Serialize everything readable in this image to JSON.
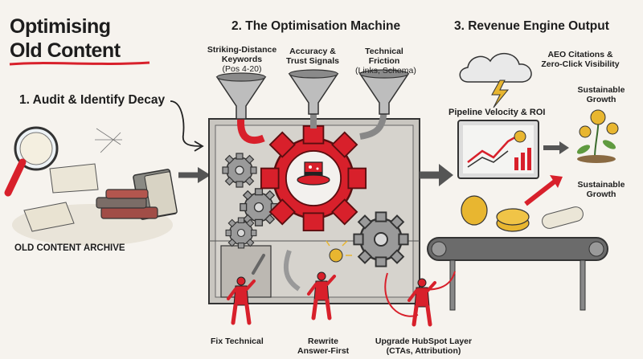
{
  "title": {
    "line1": "Optimising",
    "line2": "Old Content"
  },
  "sections": {
    "audit": "1. Audit & Identify Decay",
    "machine": "2. The Optimisation Machine",
    "output": "3. Revenue Engine Output"
  },
  "funnels": [
    {
      "label": "Striking-Distance Keywords",
      "sub": "(Pos 4-20)"
    },
    {
      "label": "Accuracy & Trust Signals",
      "sub": ""
    },
    {
      "label": "Technical Friction",
      "sub": "(Links, Schema)"
    }
  ],
  "archive_label": "OLD CONTENT ARCHIVE",
  "workers": [
    {
      "line1": "Fix Technical",
      "line2": ""
    },
    {
      "line1": "Rewrite",
      "line2": "Answer-First"
    },
    {
      "line1": "Upgrade HubSpot Layer",
      "line2": "(CTAs, Attribution)"
    }
  ],
  "outputs": {
    "aeo": {
      "line1": "AEO Citations &",
      "line2": "Zero-Click Visibility"
    },
    "pipeline": "Pipeline Velocity & ROI",
    "growth_top": {
      "line1": "Sustainable",
      "line2": "Growth"
    },
    "growth_bottom": {
      "line1": "Sustainable",
      "line2": "Growth"
    }
  },
  "colors": {
    "accent": "#d8202b",
    "ink": "#1d1d1d",
    "metal": "#a8a8a8",
    "gold": "#e8b630",
    "paper": "#f6f3ee"
  },
  "icons": [
    "magnifier-icon",
    "books-icon",
    "gear-icon",
    "funnel-icon",
    "cloud-icon",
    "lightning-icon",
    "monitor-chart-icon",
    "dollar-coin-icon",
    "money-plant-icon",
    "conveyor-icon",
    "arrow-icon",
    "worker-icon",
    "top-hat-icon"
  ]
}
